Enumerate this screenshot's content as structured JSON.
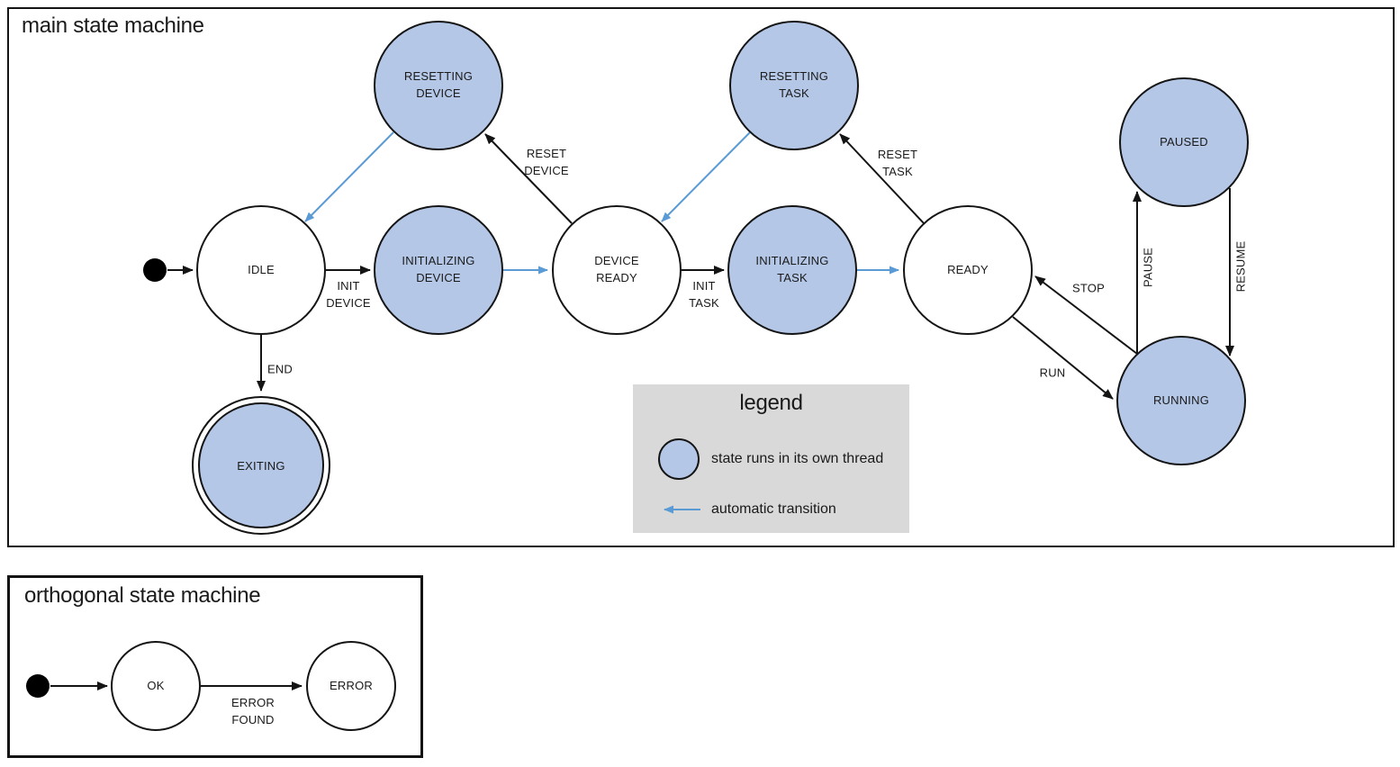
{
  "colors": {
    "thread_state_fill": "#b4c7e7",
    "plain_state_fill": "#ffffff",
    "automatic_transition_arrow": "#5b9bd5",
    "normal_arrow": "#141414",
    "legend_background": "#d9d9d9"
  },
  "main_machine": {
    "title": "main state machine",
    "nodes": [
      {
        "id": "idle",
        "label": "IDLE",
        "thread": false,
        "final": false
      },
      {
        "id": "initializing_device",
        "label": "INITIALIZING\nDEVICE",
        "thread": true,
        "final": false
      },
      {
        "id": "device_ready",
        "label": "DEVICE\nREADY",
        "thread": false,
        "final": false
      },
      {
        "id": "resetting_device",
        "label": "RESETTING\nDEVICE",
        "thread": true,
        "final": false
      },
      {
        "id": "initializing_task",
        "label": "INITIALIZING\nTASK",
        "thread": true,
        "final": false
      },
      {
        "id": "ready",
        "label": "READY",
        "thread": false,
        "final": false
      },
      {
        "id": "resetting_task",
        "label": "RESETTING\nTASK",
        "thread": true,
        "final": false
      },
      {
        "id": "paused",
        "label": "PAUSED",
        "thread": true,
        "final": false
      },
      {
        "id": "running",
        "label": "RUNNING",
        "thread": true,
        "final": false
      },
      {
        "id": "exiting",
        "label": "EXITING",
        "thread": true,
        "final": true
      }
    ],
    "transitions": [
      {
        "from": "initial",
        "to": "idle",
        "label": "",
        "automatic": false
      },
      {
        "from": "idle",
        "to": "initializing_device",
        "label": "INIT\nDEVICE",
        "automatic": false
      },
      {
        "from": "initializing_device",
        "to": "device_ready",
        "label": "",
        "automatic": true
      },
      {
        "from": "device_ready",
        "to": "resetting_device",
        "label": "RESET\nDEVICE",
        "automatic": false
      },
      {
        "from": "resetting_device",
        "to": "idle",
        "label": "",
        "automatic": true
      },
      {
        "from": "device_ready",
        "to": "initializing_task",
        "label": "INIT\nTASK",
        "automatic": false
      },
      {
        "from": "initializing_task",
        "to": "ready",
        "label": "",
        "automatic": true
      },
      {
        "from": "ready",
        "to": "resetting_task",
        "label": "RESET\nTASK",
        "automatic": false
      },
      {
        "from": "resetting_task",
        "to": "device_ready",
        "label": "",
        "automatic": true
      },
      {
        "from": "ready",
        "to": "running",
        "label": "RUN",
        "automatic": false
      },
      {
        "from": "running",
        "to": "ready",
        "label": "STOP",
        "automatic": false
      },
      {
        "from": "running",
        "to": "paused",
        "label": "PAUSE",
        "automatic": false
      },
      {
        "from": "paused",
        "to": "running",
        "label": "RESUME",
        "automatic": false
      },
      {
        "from": "idle",
        "to": "exiting",
        "label": "END",
        "automatic": false
      }
    ]
  },
  "orthogonal_machine": {
    "title": "orthogonal state machine",
    "nodes": [
      {
        "id": "ok",
        "label": "OK",
        "thread": false,
        "final": false
      },
      {
        "id": "error",
        "label": "ERROR",
        "thread": false,
        "final": false
      }
    ],
    "transitions": [
      {
        "from": "initial",
        "to": "ok",
        "label": "",
        "automatic": false
      },
      {
        "from": "ok",
        "to": "error",
        "label": "ERROR\nFOUND",
        "automatic": false
      }
    ]
  },
  "legend": {
    "title": "legend",
    "items": [
      {
        "symbol": "thread-state-circle",
        "label": "state runs in its own thread"
      },
      {
        "symbol": "automatic-transition-arrow",
        "label": "automatic transition"
      }
    ]
  }
}
